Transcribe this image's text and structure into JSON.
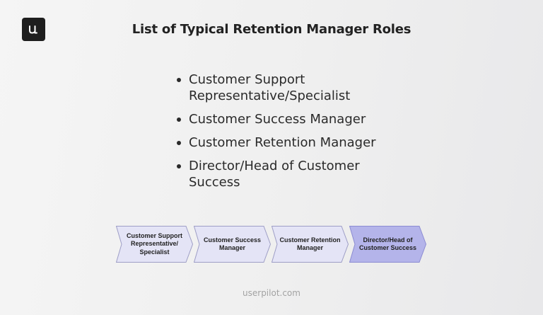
{
  "brand": {
    "logo_letter": "u",
    "logo_bg": "#1e1e1e",
    "logo_fg": "#ffffff"
  },
  "title": "List of Typical Retention Manager Roles",
  "roles": [
    "Customer Support Representative/Specialist",
    "Customer Success Manager",
    "Customer Retention Manager",
    "Director/Head of Customer Success"
  ],
  "flow": {
    "steps": [
      {
        "label": "Customer Support Representative/ Specialist",
        "fill": "#e4e4f6",
        "stroke": "#9e9ec6",
        "highlighted": false
      },
      {
        "label": "Customer Success Manager",
        "fill": "#e4e4f6",
        "stroke": "#9e9ec6",
        "highlighted": false
      },
      {
        "label": "Customer Retention Manager",
        "fill": "#e4e4f6",
        "stroke": "#9e9ec6",
        "highlighted": false
      },
      {
        "label": "Director/Head of Customer Success",
        "fill": "#b4b4ea",
        "stroke": "#8c8cd2",
        "highlighted": true
      }
    ]
  },
  "footer": "userpilot.com"
}
